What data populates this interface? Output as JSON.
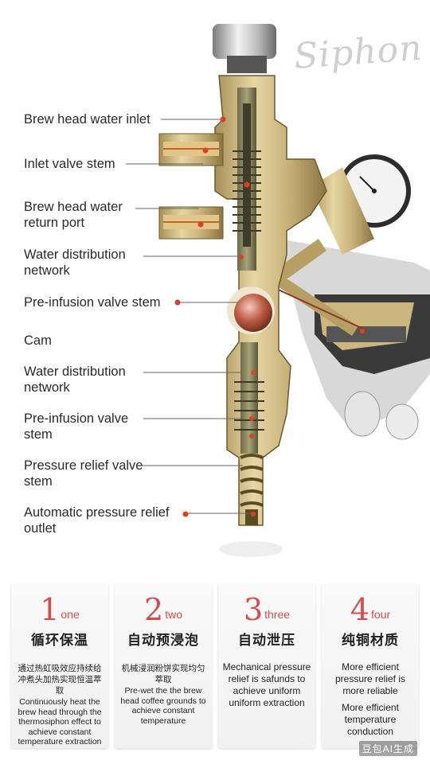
{
  "watermark": {
    "script_text": "Siphon hea"
  },
  "callouts": [
    {
      "text": "Brew head water inlet"
    },
    {
      "text": "Inlet valve stem"
    },
    {
      "text": "Brew head water return port"
    },
    {
      "text": "Water distribution network"
    },
    {
      "text": "Pre-infusion valve stem"
    },
    {
      "text": "Cam"
    },
    {
      "text": "Water distribution network"
    },
    {
      "text": "Pre-infusion valve stem"
    },
    {
      "text": "Pressure relief valve stem"
    },
    {
      "text": "Automatic pressure relief outlet"
    }
  ],
  "cards": [
    {
      "number": "1",
      "word": "one",
      "title": "循环保温",
      "zh": "通过热虹吸效应持续给冲煮头加热实现恒温萃取",
      "en": "Continuously heat the brew head through the thermosiphon effect to achieve constant temperature extraction"
    },
    {
      "number": "2",
      "word": "two",
      "title": "自动预浸泡",
      "zh": "机械浸润粉饼实现均匀萃取",
      "en": "Pre-wet the the brew head coffee grounds to achieve constant temperature"
    },
    {
      "number": "3",
      "word": "three",
      "title": "自动泄压",
      "en": "Mechanical pressure relief is safunds to achieve uniform uniform extraction"
    },
    {
      "number": "4",
      "word": "four",
      "title": "纯铜材质",
      "en": "More efficient pressure relief is more reliable",
      "en2": "More efficient temperature conduction"
    }
  ],
  "logo": {
    "text": "豆包AI生成"
  },
  "colors": {
    "brass": "#c9b27a",
    "brass_dark": "#8a7440",
    "accent_red": "#d94b4b",
    "dot_red": "#e0401f",
    "chrome": "#bdbdbd"
  }
}
